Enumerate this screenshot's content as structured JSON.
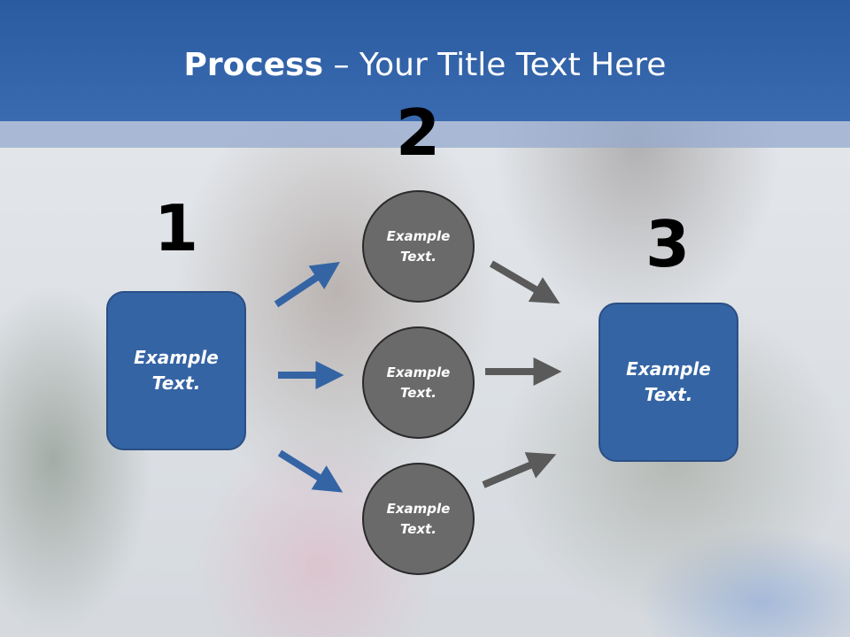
{
  "title": {
    "bold": "Process",
    "rest": " – Your Title Text Here"
  },
  "steps": {
    "step1": {
      "number": "1",
      "label": "Example\nText."
    },
    "step2": {
      "number": "2",
      "items": [
        {
          "label": "Example\nText."
        },
        {
          "label": "Example\nText."
        },
        {
          "label": "Example\nText."
        }
      ]
    },
    "step3": {
      "number": "3",
      "label": "Example\nText."
    }
  },
  "colors": {
    "title_bar": "#2f5fa6",
    "box_fill": "#3464a4",
    "circle_fill": "#6a6a6a",
    "arrow_blue": "#3464a4",
    "arrow_gray": "#5a5a5a"
  }
}
